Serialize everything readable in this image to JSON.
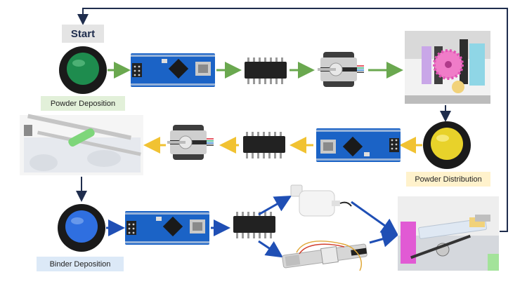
{
  "labels": {
    "start": "Start",
    "powder_deposition": "Powder Deposition",
    "powder_distribution": "Powder Distribution",
    "binder_deposition": "Binder Deposition"
  },
  "colors": {
    "green_arrow": "#6aa84f",
    "yellow_arrow": "#f1c232",
    "blue_arrow": "#1f4fb5",
    "loop_line": "#1f2d4d",
    "green_button": "#1e8c4e",
    "yellow_button": "#e8d22a",
    "blue_button": "#2f6fe0",
    "label_green_bg": "#e2f0d9",
    "label_yellow_bg": "#fff2cc",
    "label_blue_bg": "#dce9f7"
  }
}
